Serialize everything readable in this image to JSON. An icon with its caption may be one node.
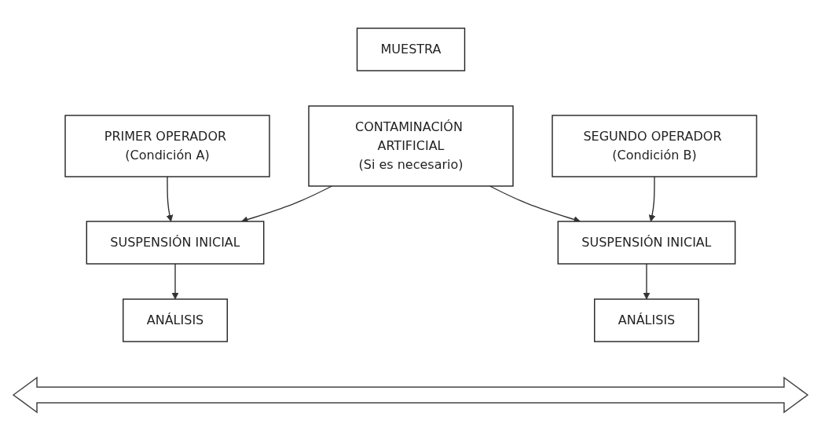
{
  "diagram": {
    "nodes": [
      {
        "text": [
          "MUESTRA"
        ]
      },
      {
        "text": [
          "PRIMER OPERADOR (Condición A)"
        ]
      },
      {
        "text": [
          "SEGUNDO OPERADOR (Condición B)"
        ]
      },
      {
        "text": [
          "SUSPENSIÓN INICIAL"
        ]
      },
      {
        "text": [
          "CONTAMINACIÓN ARTIFICIAL",
          "(Si es necesario)"
        ]
      },
      {
        "text": [
          "SUSPENSIÓN INICIAL"
        ]
      },
      {
        "text": [
          "ANÁLISIS"
        ]
      },
      {
        "text": [
          "ANÁLISIS"
        ]
      }
    ],
    "edges": [
      {
        "from": 1,
        "to": 3,
        "arrow": "to"
      },
      {
        "from": 2,
        "to": 5,
        "arrow": "to"
      },
      {
        "from": 4,
        "to": 3,
        "arrow": "to"
      },
      {
        "from": 4,
        "to": 5,
        "arrow": "to"
      },
      {
        "from": 3,
        "to": 6,
        "arrow": "to"
      },
      {
        "from": 5,
        "to": 7,
        "arrow": "to"
      }
    ]
  }
}
